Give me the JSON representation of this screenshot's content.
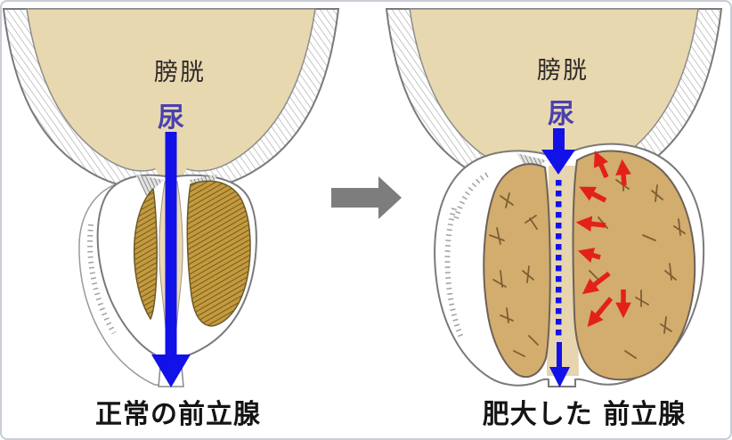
{
  "diagram": {
    "left_panel": {
      "bladder_label": "膀胱",
      "urine_label": "尿",
      "caption": "正常の前立腺"
    },
    "right_panel": {
      "bladder_label": "膀胱",
      "urine_label": "尿",
      "caption": "肥大した 前立腺"
    }
  },
  "icons": {
    "transition": "right-arrow-icon",
    "left_flow": "wide-down-arrow-icon",
    "right_flow": "dotted-restricted-down-arrow-icon",
    "pressure": "red-compression-arrow-icons"
  },
  "colors": {
    "bladder_fill": "#e8d8b0",
    "urethra_fill": "#ead9b4",
    "normal_lobe_fill": "#c49a3f",
    "normal_lobe_hatch": "#5f4a12",
    "enlarged_lobe_fill": "#d2ad6e",
    "crack_line": "#7d5f33",
    "outline_gray": "#7a7a7a",
    "urine_blue": "#1212e8",
    "pressure_red": "#e32119",
    "transition_gray": "#7d7d7d",
    "urine_label_color": "#4a42ab",
    "label_text": "#2e2a28",
    "caption_text": "#141414",
    "border_color": "#c9cdd6"
  }
}
